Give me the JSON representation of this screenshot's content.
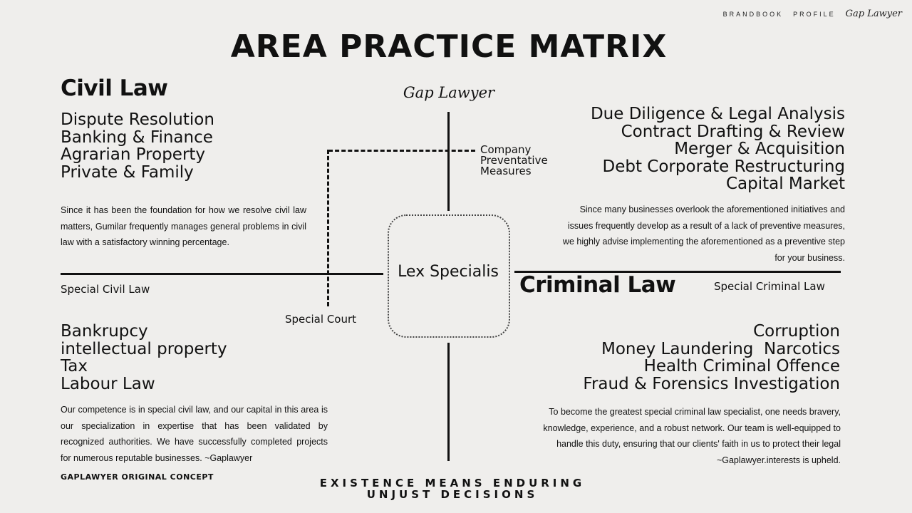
{
  "nav": {
    "brandbook": "BRANDBOOK",
    "profile": "PROFILE",
    "signature": "Gap Lawyer"
  },
  "title": "AREA PRACTICE MATRIX",
  "civil": {
    "heading": "Civil Law",
    "items": [
      "Dispute Resolution",
      "Banking & Finance",
      "Agrarian Property",
      "Private & Family"
    ],
    "paragraph": "Since it has been the foundation for how we resolve civil law matters, Gumilar frequently manages general problems in civil law with a satisfactory winning percentage."
  },
  "corporate": {
    "items": [
      "Due Diligence & Legal Analysis",
      "Contract Drafting & Review",
      "Merger & Acquisition",
      "Debt Corporate Restructuring",
      "Capital Market"
    ],
    "paragraph": "Since many businesses overlook the aforementioned initiatives and issues frequently develop as a result of a lack of preventive measures, we highly advise implementing the aforementioned as a preventive step for your business."
  },
  "center": {
    "signature": "Gap Lawyer",
    "label": "Lex Specialis",
    "company_lines": [
      "Company",
      "Preventative",
      "Measures"
    ],
    "special_court": "Special Court"
  },
  "special_civil": {
    "label": "Special Civil Law",
    "items": [
      "Bankrupcy",
      "intellectual property",
      "Tax",
      "Labour Law"
    ],
    "paragraph": "Our competence is in special civil law, and our capital in this area is our specialization in expertise that has been validated by recognized authorities. We have successfully completed projects for numerous reputable businesses. ~Gaplawyer"
  },
  "criminal": {
    "heading": "Criminal Law",
    "label": "Special Criminal Law",
    "items": [
      "Corruption",
      "Money Laundering  Narcotics",
      "Health Criminal Offence",
      "Fraud & Forensics Investigation"
    ],
    "paragraph": "To become the greatest special criminal law specialist, one needs bravery, knowledge, experience, and a robust network. Our team is well-equipped to handle this duty, ensuring that our clients' faith in us to protect their legal ~Gaplawyer.interests is upheld."
  },
  "footer": {
    "concept": "GAPLAWYER ORIGINAL CONCEPT",
    "motto_lines": [
      "EXISTENCE MEANS ENDURING",
      "UNJUST DECISIONS"
    ]
  }
}
